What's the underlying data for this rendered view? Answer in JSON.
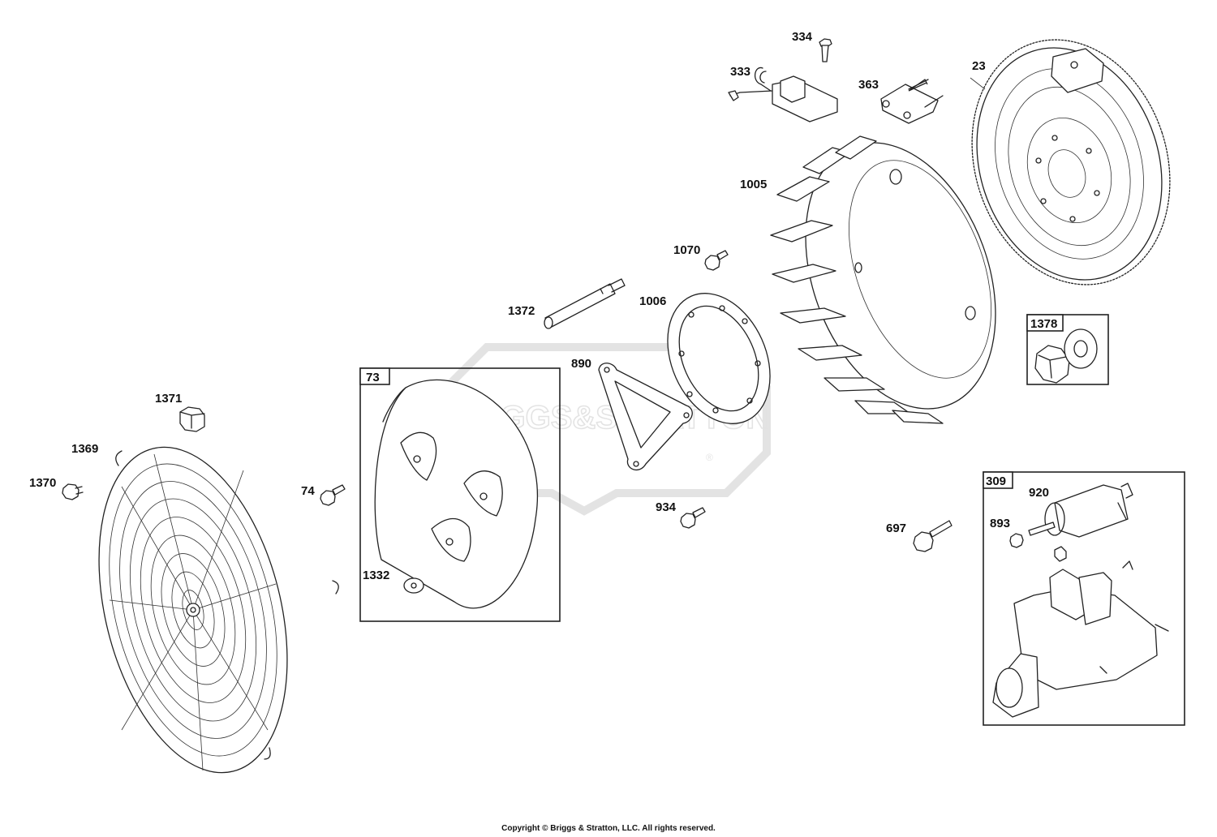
{
  "watermark": {
    "text": "BRIGGS&STRATTON",
    "mark": "®"
  },
  "copyright": "Copyright © Briggs & Stratton, LLC. All rights reserved.",
  "labels": {
    "p334": "334",
    "p333": "333",
    "p363": "363",
    "p23": "23",
    "p1005": "1005",
    "p1070": "1070",
    "p1006": "1006",
    "p1372": "1372",
    "p890": "890",
    "p73": "73",
    "p1378": "1378",
    "p1371": "1371",
    "p1369": "1369",
    "p1370": "1370",
    "p74": "74",
    "p1332": "1332",
    "p934": "934",
    "p697": "697",
    "p309": "309",
    "p920": "920",
    "p893": "893"
  }
}
